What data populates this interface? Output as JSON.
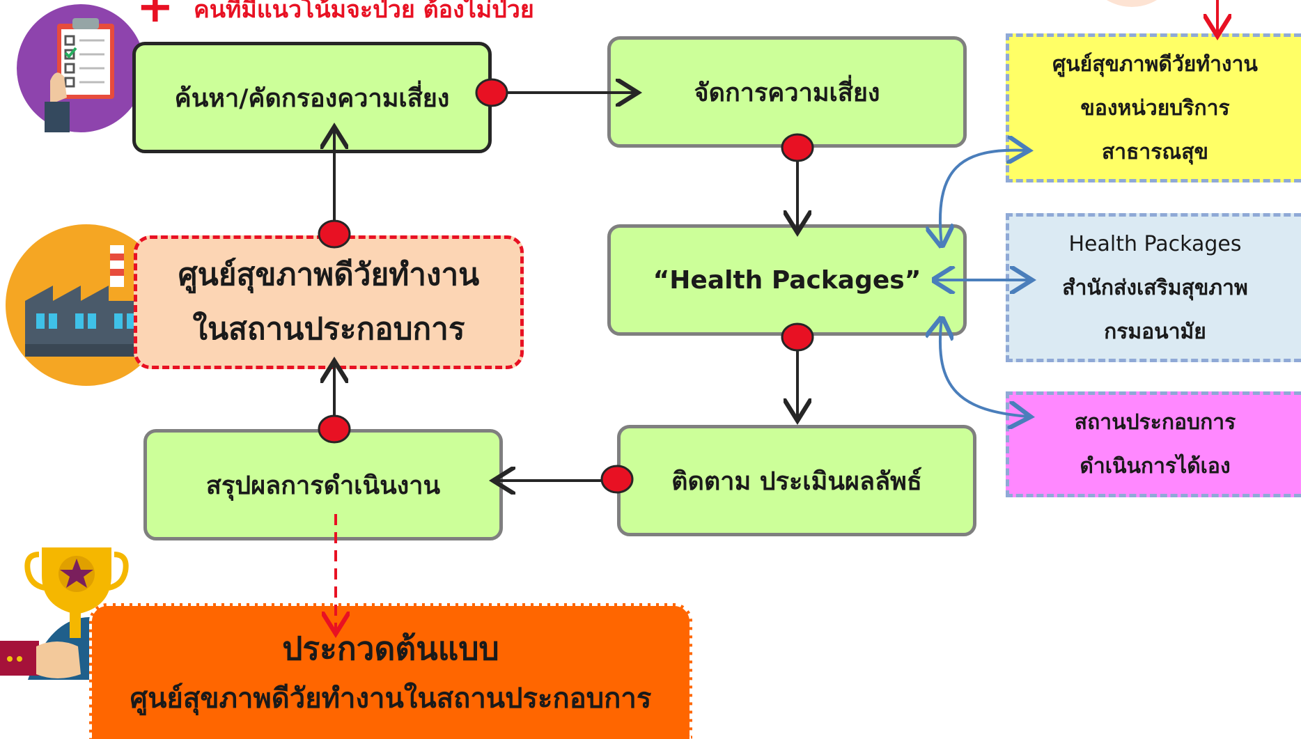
{
  "top_caption": "คนที่มีแนวโน้มจะป่วย ต้องไม่ป่วย",
  "top_plus": "+",
  "boxes": {
    "screen_risk": "ค้นหา/คัดกรองความเสี่ยง",
    "manage_risk": "จัดการความเสี่ยง",
    "workplace_center": [
      "ศูนย์สุขภาพดีวัยทำงาน",
      "ในสถานประกอบการ"
    ],
    "health_packages": "“Health Packages”",
    "summary": "สรุปผลการดำเนินงาน",
    "monitor": "ติดตาม ประเมินผลลัพธ์",
    "contest": [
      "ประกวดต้นแบบ",
      "ศูนย์สุขภาพดีวัยทำงานในสถานประกอบการ"
    ]
  },
  "side_boxes": {
    "public_health_center": [
      "ศูนย์สุขภาพดีวัยทำงาน",
      "ของหน่วยบริการ",
      "สาธารณสุข"
    ],
    "health_promotion_office": [
      "Health Packages",
      "สำนักส่งเสริมสุขภาพ",
      "กรมอนามัย"
    ],
    "self_operating": [
      "สถานประกอบการ",
      "ดำเนินการได้เอง"
    ]
  },
  "colors": {
    "green_box": "#ccff99",
    "peach_box": "#fcd5b4",
    "orange_box": "#ff6600",
    "yellow_box": "#ffff66",
    "blue_box": "#dbeaf3",
    "pink_box": "#ff88ff",
    "node_red": "#e81123",
    "blue_arrow": "#4a7ebb"
  },
  "icons": [
    "checklist-icon",
    "factory-icon",
    "trophy-icon"
  ]
}
